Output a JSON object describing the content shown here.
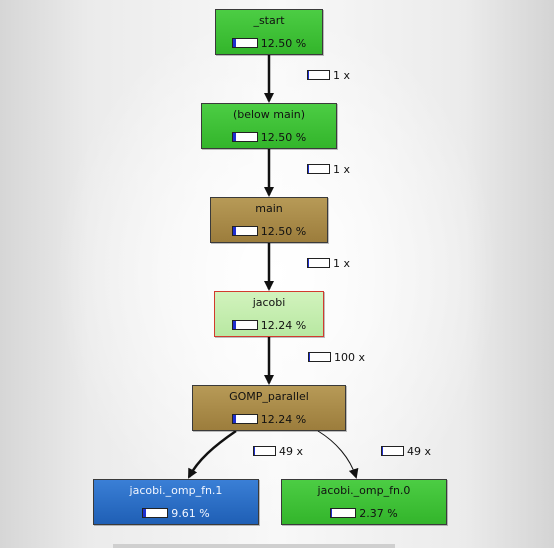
{
  "nodes": {
    "start": {
      "name": "_start",
      "cost": "12.50 %",
      "fill": 0.125,
      "color": "#3fc437"
    },
    "below_main": {
      "name": "(below main)",
      "cost": "12.50 %",
      "fill": 0.125,
      "color": "#3fc437"
    },
    "main": {
      "name": "main",
      "cost": "12.50 %",
      "fill": 0.125,
      "color": "#a98a48"
    },
    "jacobi": {
      "name": "jacobi",
      "cost": "12.24 %",
      "fill": 0.1224,
      "color": "#c8efb0",
      "border": "#d23a2e"
    },
    "gomp_parallel": {
      "name": "GOMP_parallel",
      "cost": "12.24 %",
      "fill": 0.1224,
      "color": "#a98a48"
    },
    "omp_fn_1": {
      "name": "jacobi._omp_fn.1",
      "cost": "9.61 %",
      "fill": 0.0961,
      "color": "#2a6fc9"
    },
    "omp_fn_0": {
      "name": "jacobi._omp_fn.0",
      "cost": "2.37 %",
      "fill": 0.0237,
      "color": "#3fc437"
    }
  },
  "calls": {
    "start_to_below_main": {
      "count": "1 x",
      "fill": 0.05
    },
    "below_main_to_main": {
      "count": "1 x",
      "fill": 0.05
    },
    "main_to_jacobi": {
      "count": "1 x",
      "fill": 0.05
    },
    "jacobi_to_gomp": {
      "count": "100 x",
      "fill": 0.05
    },
    "gomp_to_omp_fn_1": {
      "count": "49 x",
      "fill": 0.05
    },
    "gomp_to_omp_fn_0": {
      "count": "49 x",
      "fill": 0.05
    }
  }
}
